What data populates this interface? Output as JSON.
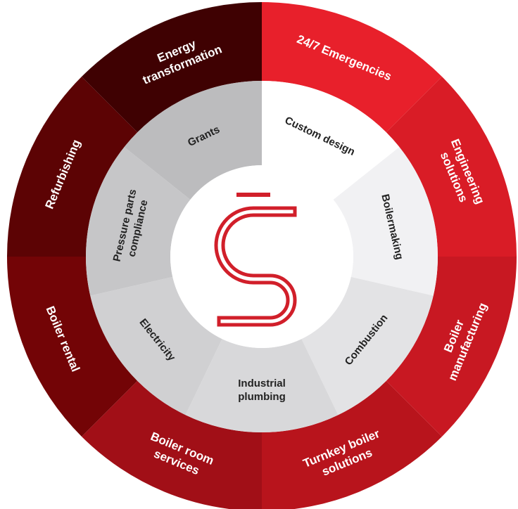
{
  "outer_ring": [
    {
      "lines": [
        "24/7 Emergencies"
      ],
      "color": "#e8202b"
    },
    {
      "lines": [
        "Engineering",
        "solutions"
      ],
      "color": "#d91c26"
    },
    {
      "lines": [
        "Boiler",
        "manufacturing"
      ],
      "color": "#c81822"
    },
    {
      "lines": [
        "Turnkey boiler",
        "solutions"
      ],
      "color": "#b8141c"
    },
    {
      "lines": [
        "Boiler room",
        "services"
      ],
      "color": "#a10f17"
    },
    {
      "lines": [
        "Boiler rental"
      ],
      "color": "#730406"
    },
    {
      "lines": [
        "Refurbishing"
      ],
      "color": "#5c0304"
    },
    {
      "lines": [
        "Energy",
        "transformation"
      ],
      "color": "#3f0102"
    }
  ],
  "inner_ring": [
    {
      "lines": [
        "Custom design"
      ],
      "color": "#ffffff"
    },
    {
      "lines": [
        "Boilermaking"
      ],
      "color": "#f1f1f3"
    },
    {
      "lines": [
        "Combustion"
      ],
      "color": "#e3e3e5"
    },
    {
      "lines": [
        "Industrial",
        "plumbing"
      ],
      "color": "#d8d8da"
    },
    {
      "lines": [
        "Electricity"
      ],
      "color": "#d0d0d2"
    },
    {
      "lines": [
        "Pressure parts",
        "compliance"
      ],
      "color": "#c6c6c8"
    },
    {
      "lines": [
        "Grants"
      ],
      "color": "#bcbcbe"
    }
  ],
  "center": {
    "icon": "s-logo-icon",
    "color": "#d11f2a"
  }
}
